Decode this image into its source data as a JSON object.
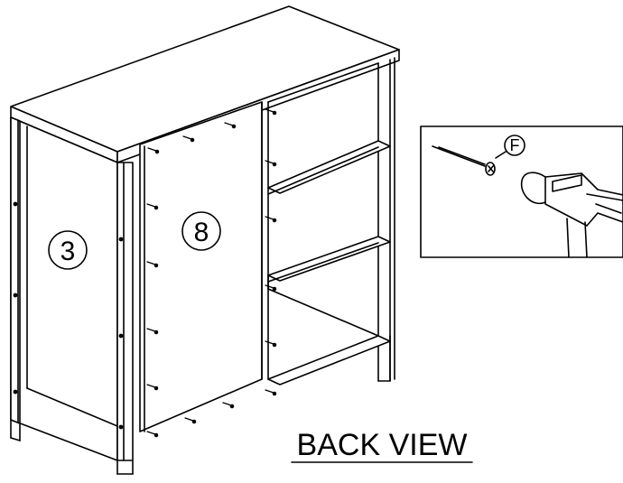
{
  "diagram": {
    "parts": {
      "side_panel_label": "3",
      "back_panel_label": "8",
      "nail_label": "F"
    },
    "view_caption": "BACK VIEW",
    "inset": {
      "items": [
        "nail-icon",
        "hammer-icon"
      ]
    },
    "colors": {
      "line": "#000000",
      "background": "#ffffff"
    }
  }
}
